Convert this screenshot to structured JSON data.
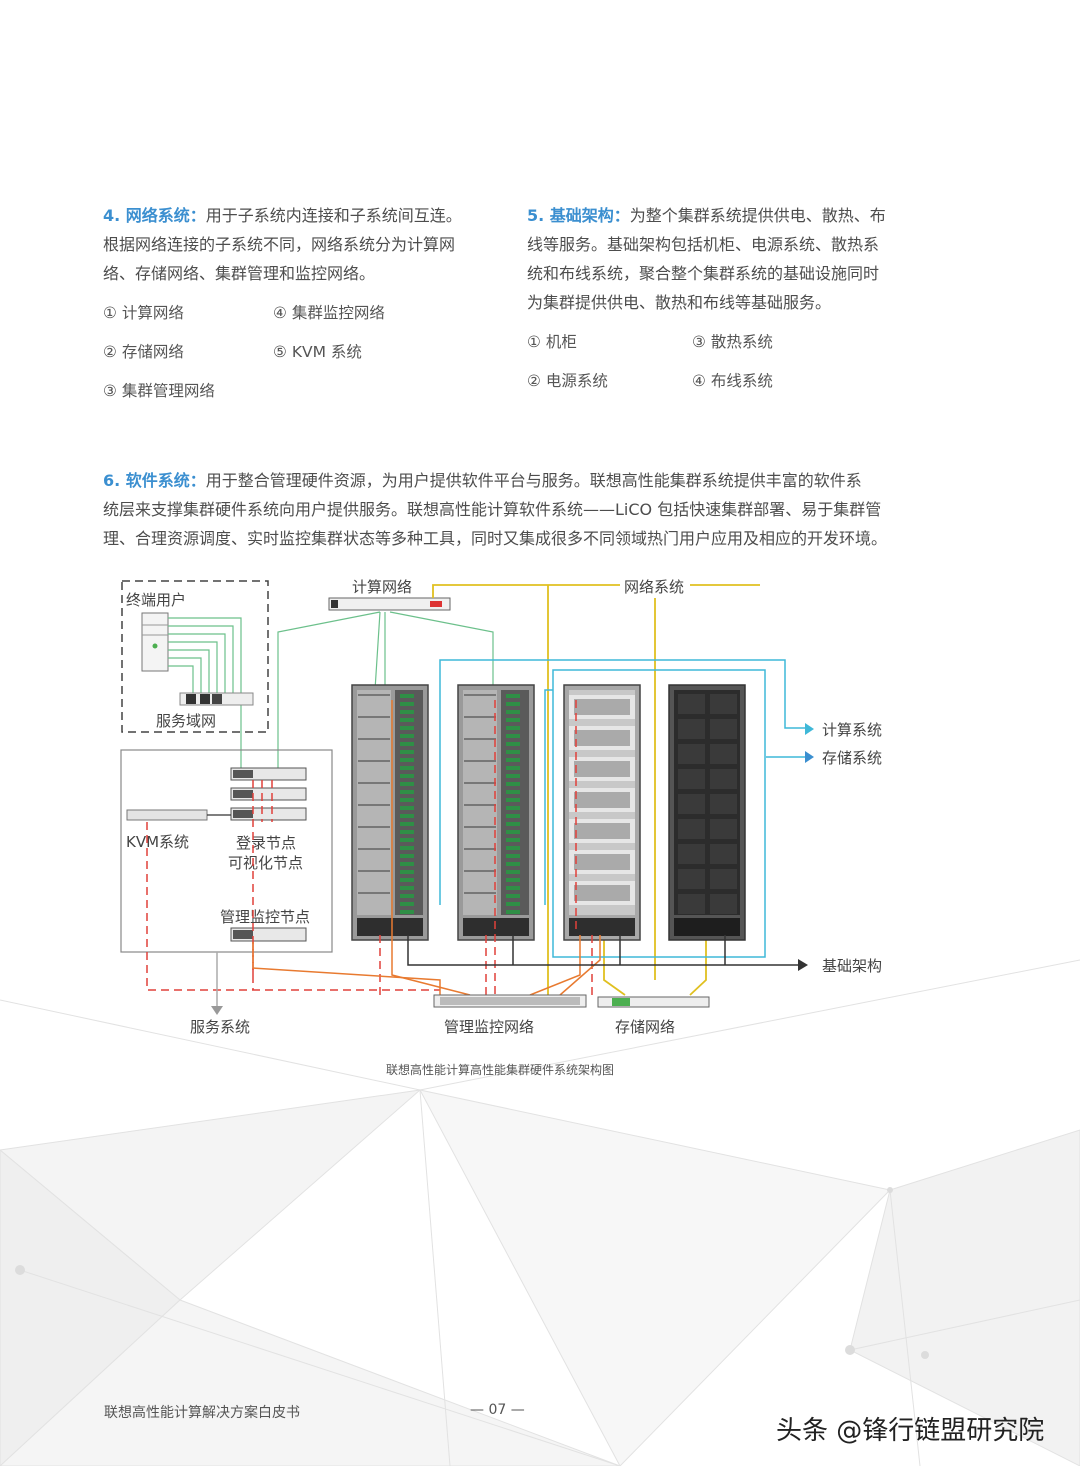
{
  "sections": {
    "network": {
      "title": "4. 网络系统：",
      "lines": [
        "用于子系统内连接和子系统间互连。",
        "根据网络连接的子系统不同，网络系统分为计算网",
        "络、存储网络、集群管理和监控网络。"
      ],
      "items": [
        "① 计算网络",
        "④ 集群监控网络",
        "② 存储网络",
        "⑤ KVM 系统",
        "③ 集群管理网络"
      ]
    },
    "infrastructure": {
      "title": "5. 基础架构：",
      "lines": [
        "为整个集群系统提供供电、散热、布",
        "线等服务。基础架构包括机柜、电源系统、散热系",
        "统和布线系统，聚合整个集群系统的基础设施同时",
        "为集群提供供电、散热和布线等基础服务。"
      ],
      "items": [
        "① 机柜",
        "③ 散热系统",
        "② 电源系统",
        "④ 布线系统"
      ]
    },
    "software": {
      "title": "6. 软件系统：",
      "lines": [
        "用于整合管理硬件资源，为用户提供软件平台与服务。联想高性能集群系统提供丰富的软件系",
        "统层来支撑集群硬件系统向用户提供服务。联想高性能计算软件系统——LiCO 包括快速集群部署、易于集群管",
        "理、合理资源调度、实时监控集群状态等多种工具，同时又集成很多不同领域热门用户应用及相应的开发环境。"
      ]
    }
  },
  "diagram": {
    "labels": {
      "end_user": "终端用户",
      "compute_net": "计算网络",
      "network_system": "网络系统",
      "service_domain": "服务域网",
      "compute_system": "计算系统",
      "storage_system": "存储系统",
      "kvm": "KVM系统",
      "login_node": "登录节点",
      "visual_node": "可视化节点",
      "mgmt_node": "管理监控节点",
      "infrastructure": "基础架构",
      "service_system": "服务系统",
      "mgmt_net": "管理监控网络",
      "storage_net": "存储网络"
    },
    "colors": {
      "green": "#6cc08b",
      "cyan": "#3fb8d8",
      "yellow": "#e0c020",
      "red": "#e0403a",
      "orange": "#e87a30",
      "dark": "#333333"
    }
  },
  "caption": "联想高性能计算高性能集群硬件系统架构图",
  "footer": {
    "doc_title": "联想高性能计算解决方案白皮书",
    "page": "— 07 —"
  },
  "watermark": "头条 @锋行链盟研究院"
}
